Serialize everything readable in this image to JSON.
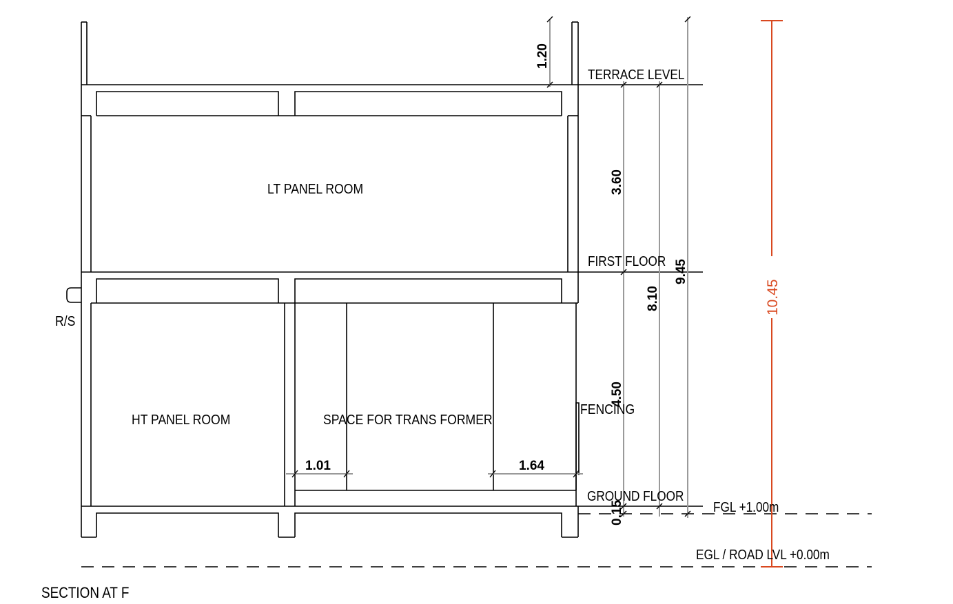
{
  "rooms": {
    "lt_panel": "LT PANEL ROOM",
    "ht_panel": "HT PANEL ROOM",
    "transformer": "SPACE FOR TRANS FORMER"
  },
  "labels": {
    "rs": "R/S",
    "fencing": "FENCING",
    "section_title": "SECTION AT F"
  },
  "levels": {
    "terrace": "TERRACE LEVEL",
    "first_floor": "FIRST FLOOR",
    "ground_floor": "GROUND FLOOR",
    "fgl": "FGL   +1.00m",
    "egl": "EGL / ROAD LVL  +0.00m"
  },
  "dimensions": {
    "parapet": "1.20",
    "first_to_terrace": "3.60",
    "ground_to_first": "4.50",
    "plinth": "0.15",
    "ground_to_terrace": "8.10",
    "fgl_to_parapet": "9.45",
    "total": "10.45",
    "left_gap": "1.01",
    "right_gap": "1.64"
  },
  "colors": {
    "total_dimension": "#d9481f",
    "dimension_line": "#9a9a9a",
    "line": "#000000"
  }
}
